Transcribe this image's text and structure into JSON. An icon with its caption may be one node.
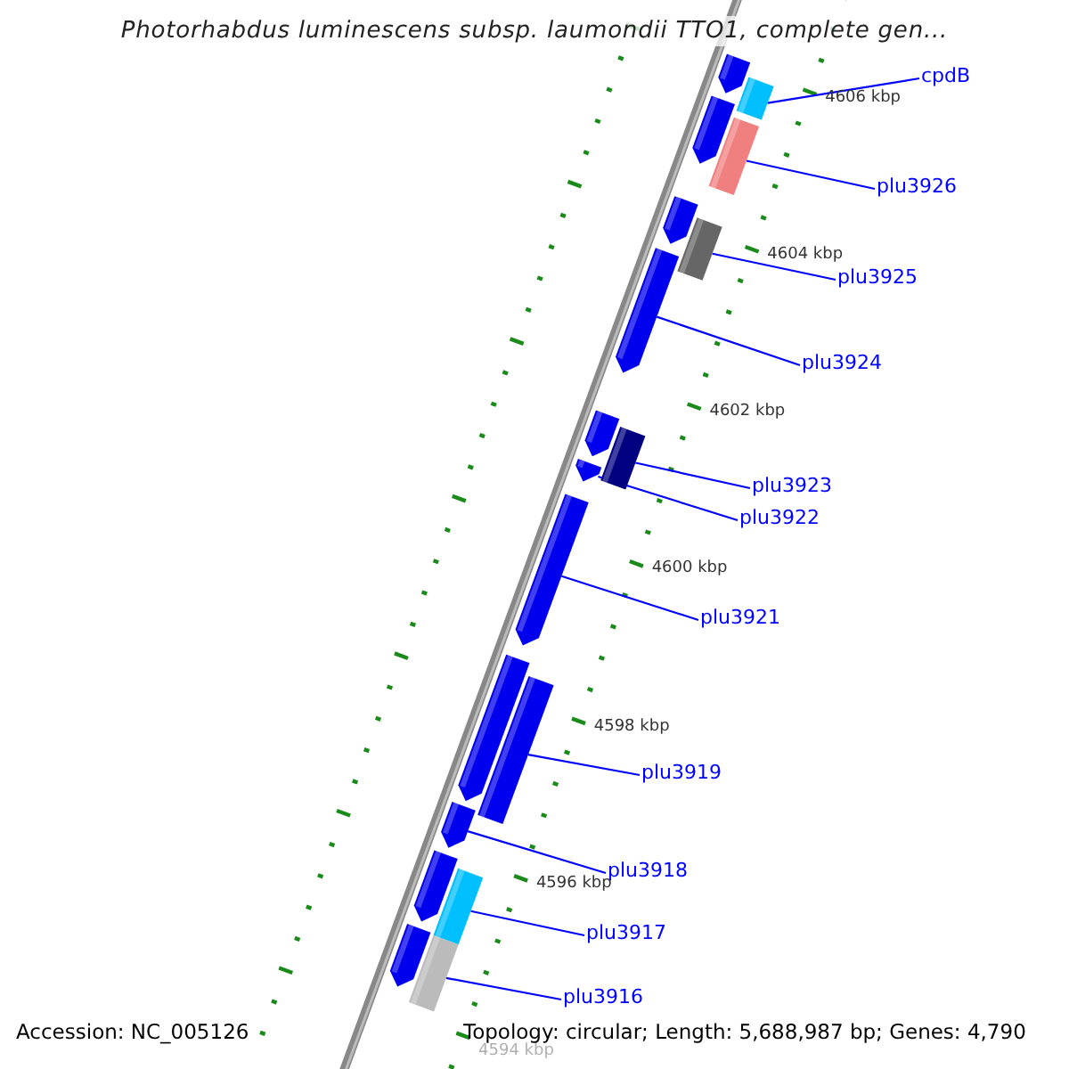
{
  "diagram": {
    "title": "Photorhabdus luminescens subsp. laumondii TTO1, complete gen...",
    "nodes": [
      {
        "text": [
          "cpdB"
        ]
      },
      {
        "text": [],
        "shape": "bar"
      },
      {
        "text": [
          "plu3926"
        ]
      },
      {
        "text": [],
        "shape": "bar"
      },
      {
        "text": [
          "plu3925"
        ]
      },
      {
        "text": [],
        "shape": "bar"
      },
      {
        "text": [
          "plu3924"
        ]
      },
      {
        "text": [],
        "shape": "bar"
      },
      {
        "text": [
          "plu3923"
        ]
      },
      {
        "text": [],
        "shape": "bar"
      },
      {
        "text": [
          "plu3922"
        ]
      },
      {
        "text": [],
        "shape": "bar"
      },
      {
        "text": [
          "plu3921"
        ]
      },
      {
        "text": [],
        "shape": "bar"
      },
      {
        "text": [
          "plu3919"
        ]
      },
      {
        "text": [],
        "shape": "bar"
      },
      {
        "text": [
          "plu3918"
        ]
      },
      {
        "text": [],
        "shape": "bar"
      },
      {
        "text": [
          "plu3917"
        ]
      },
      {
        "text": [],
        "shape": "bar"
      },
      {
        "text": [
          "plu3916"
        ]
      },
      {
        "text": [],
        "shape": "bar"
      },
      {
        "text": [],
        "shape": "bar"
      },
      {
        "text": [],
        "shape": "bar"
      },
      {
        "text": [],
        "shape": "bar"
      },
      {
        "text": [],
        "shape": "bar"
      },
      {
        "text": [],
        "shape": "bar"
      },
      {
        "text": [],
        "shape": "bar"
      },
      {
        "text": [],
        "shape": "bar"
      }
    ],
    "edges": [
      {
        "from": 0,
        "to": 1,
        "arrow": "none"
      },
      {
        "from": 2,
        "to": 3,
        "arrow": "none"
      },
      {
        "from": 4,
        "to": 5,
        "arrow": "none"
      },
      {
        "from": 6,
        "to": 7,
        "arrow": "none"
      },
      {
        "from": 8,
        "to": 9,
        "arrow": "none"
      },
      {
        "from": 10,
        "to": 11,
        "arrow": "none"
      },
      {
        "from": 12,
        "to": 13,
        "arrow": "none"
      },
      {
        "from": 14,
        "to": 15,
        "arrow": "none"
      },
      {
        "from": 16,
        "to": 17,
        "arrow": "none"
      },
      {
        "from": 18,
        "to": 19,
        "arrow": "none"
      },
      {
        "from": 20,
        "to": 21,
        "arrow": "none"
      }
    ],
    "labels": [
      "4606 kbp",
      "4604 kbp",
      "4602 kbp",
      "4600 kbp",
      "4598 kbp",
      "4596 kbp",
      "4594 kbp",
      "Accession: NC_005126",
      "Topology: circular; Length: 5,688,987 bp; Genes: 4,790"
    ]
  }
}
